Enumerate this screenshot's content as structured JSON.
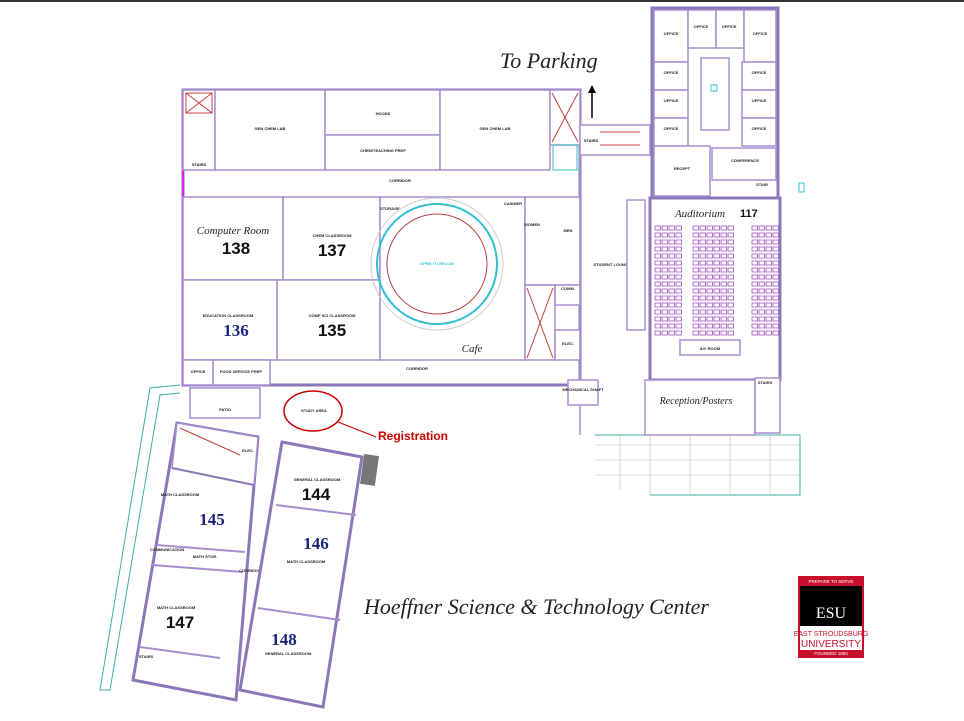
{
  "title": "Hoeffner Science & Technology Center",
  "parking_label": "To Parking",
  "registration_label": "Registration",
  "colors": {
    "wall": "#8a78b8",
    "accent_magenta": "#e020e0",
    "registration_red": "#cc0000",
    "room_number_blue": "#1a237e",
    "logo_red": "#c8102e"
  },
  "logo": {
    "tagline": "PREPARE TO SERVE",
    "initials": "ESU",
    "name_line1": "EAST STROUDSBURG",
    "name_line2": "UNIVERSITY",
    "founded": "FOUNDED 1893"
  },
  "rooms": {
    "r138": {
      "label": "Computer Room",
      "number": "138"
    },
    "r137": {
      "label": "CHEM CLASSROOM",
      "number": "137"
    },
    "r136": {
      "label": "EDUCATION CLASSROOM",
      "number": "136"
    },
    "r135": {
      "label": "COMP SCI CLASSROOM",
      "number": "135"
    },
    "r144": {
      "label": "GENERAL CLASSROOM",
      "number": "144"
    },
    "r145": {
      "label": "MATH CLASSROOM",
      "number": "145"
    },
    "r146": {
      "label": "MATH CLASSROOM",
      "number": "146"
    },
    "r147": {
      "label": "MATH CLASSROOM",
      "number": "147"
    },
    "r148": {
      "label": "GENERAL CLASSROOM",
      "number": "148"
    },
    "auditorium": {
      "label": "Auditorium",
      "number": "117"
    }
  },
  "areas": {
    "cafe": "Cafe",
    "reception": "Reception/Posters",
    "gen_chem_lab": "GEN CHEM LAB",
    "hoods": "HOODS",
    "chem_prep": "CHEM/TEACHING PREP",
    "stairs": "STAIRS",
    "corridor": "CORRIDOR",
    "storage": "STORAGE",
    "cashier": "CASHIER",
    "women": "WOMEN",
    "men": "MEN",
    "comm": "COMM.",
    "elec": "ELEC.",
    "student_lounge": "STUDENT LOUNGE",
    "open_to_below": "OPEN TO BELOW",
    "office": "OFFICE",
    "food_service": "FOOD SERVICE PREP",
    "patio": "PATIO",
    "study_area": "STUDY AREA",
    "recept": "RECEPT",
    "conference": "CONFERENCE",
    "stair": "STAIR",
    "av_room": "A/V ROOM",
    "mechanical": "MECHANICAL SHAFT",
    "communication": "COMMUNICATION",
    "math_stor": "MATH STOR."
  }
}
